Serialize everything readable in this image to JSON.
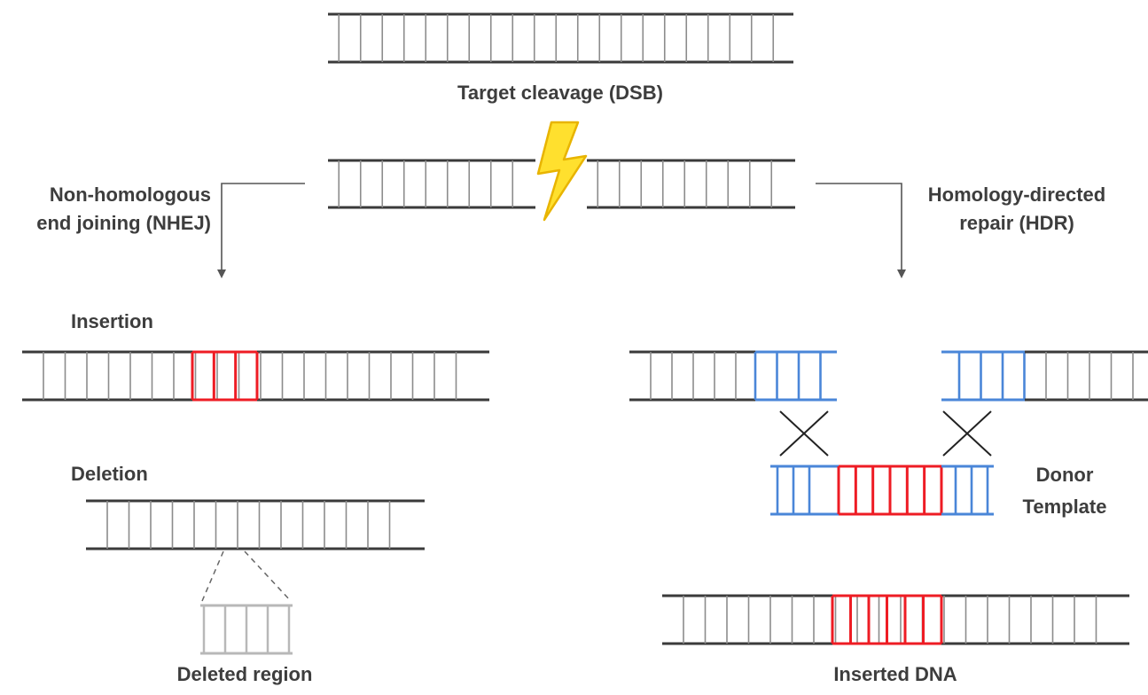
{
  "labels": {
    "target_cleavage": "Target cleavage (DSB)",
    "nhej_line1": "Non-homologous",
    "nhej_line2": "end joining (NHEJ)",
    "hdr_line1": "Homology-directed",
    "hdr_line2": "repair (HDR)",
    "insertion": "Insertion",
    "deletion": "Deletion",
    "deleted_region": "Deleted region",
    "donor_line1": "Donor",
    "donor_line2": "Template",
    "inserted_dna": "Inserted DNA"
  },
  "colors": {
    "strand": "#3a3a3a",
    "rung": "#8c8c8c",
    "insert": "#ee1c24",
    "homology": "#4a86d8",
    "deleted": "#b8b8b8",
    "bolt_fill": "#ffe02e",
    "bolt_stroke": "#e8b400",
    "arrow": "#555555",
    "text": "#3d3d3d"
  },
  "icons": {
    "bolt": "lightning-bolt-icon"
  }
}
